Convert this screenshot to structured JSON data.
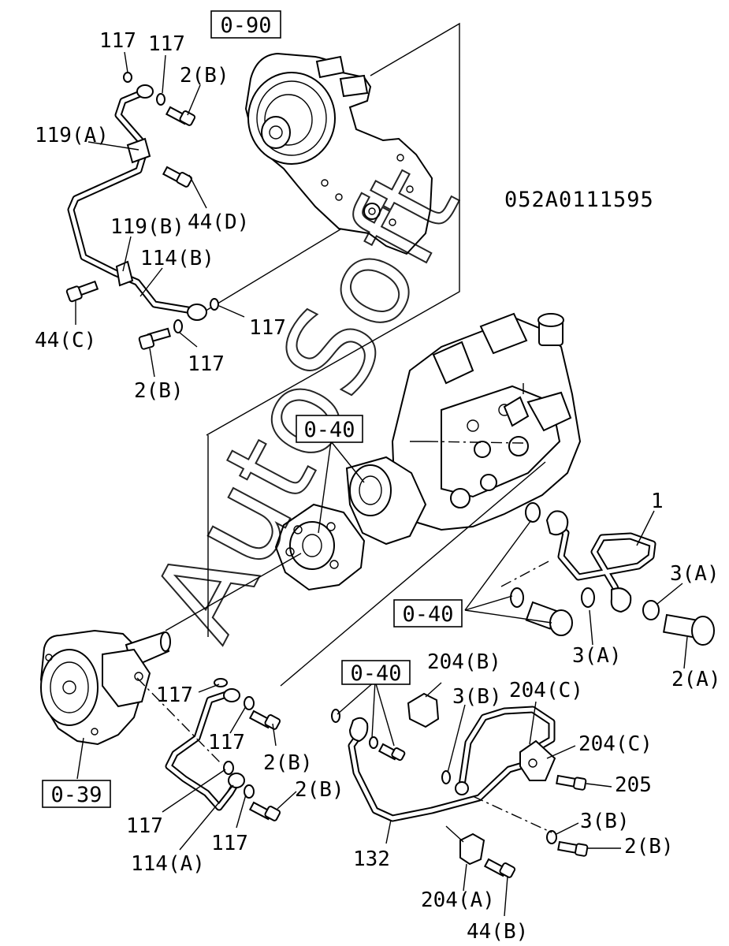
{
  "diagram_code": "052A0111595",
  "watermark": "AutoSoft",
  "reference_boxes": {
    "top": "0-90",
    "middle": "0-40",
    "right": "0-40",
    "lower": "0-40",
    "left": "0-39"
  },
  "labels": {
    "top_117_a": "117",
    "top_117_b": "117",
    "top_2b": "2(B)",
    "top_119a": "119(A)",
    "top_44d": "44(D)",
    "top_119b": "119(B)",
    "top_114b": "114(B)",
    "top_44c": "44(C)",
    "top_117_c": "117",
    "top_117_d": "117",
    "top_2b_b": "2(B)",
    "r_1": "1",
    "r_3a_a": "3(A)",
    "r_3a_b": "3(A)",
    "r_2a": "2(A)",
    "l_117_a": "117",
    "l_117_b": "117",
    "l_2b_a": "2(B)",
    "l_2b_b": "2(B)",
    "l_117_c": "117",
    "l_117_d": "117",
    "l_114a": "114(A)",
    "b_204b": "204(B)",
    "b_3b_a": "3(B)",
    "b_204c_a": "204(C)",
    "b_204c_b": "204(C)",
    "b_205": "205",
    "b_3b_b": "3(B)",
    "b_2b": "2(B)",
    "b_132": "132",
    "b_204a": "204(A)",
    "b_44b": "44(B)"
  }
}
